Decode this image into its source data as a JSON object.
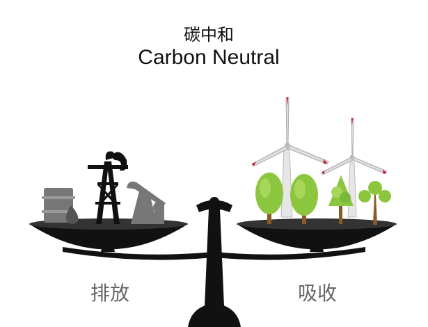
{
  "title": {
    "chinese": "碳中和",
    "english": "Carbon Neutral"
  },
  "left_pan": {
    "label": "排放"
  },
  "right_pan": {
    "label": "吸收"
  },
  "colors": {
    "scale": "#111111",
    "emission_gray": "#777777",
    "tree_green": "#8cc63f",
    "trunk": "#8b5a2b",
    "turbine_tip": "#d0021b",
    "label": "#666666"
  }
}
